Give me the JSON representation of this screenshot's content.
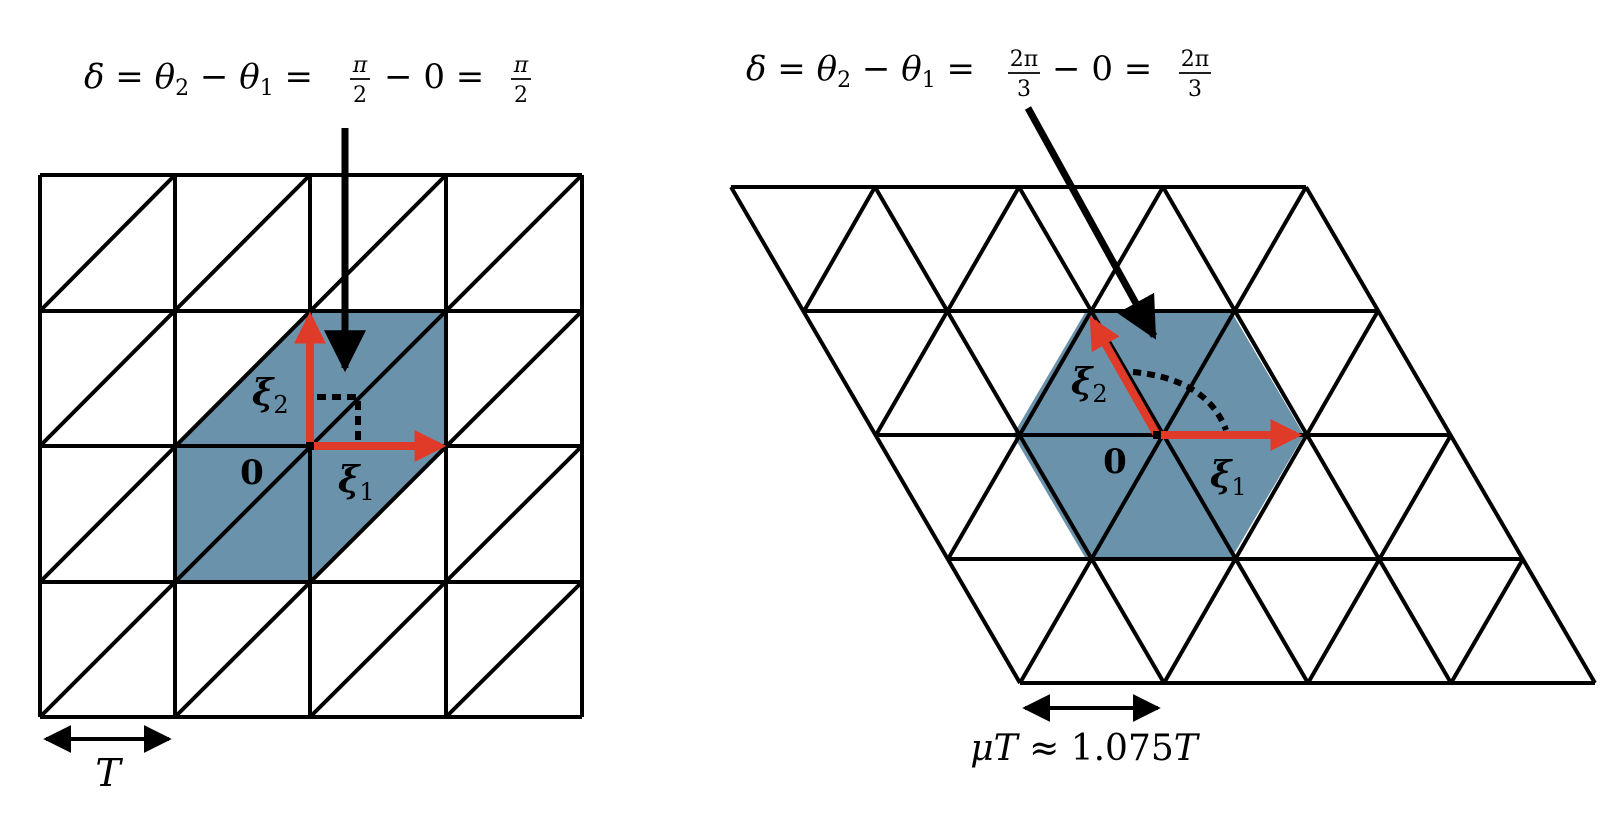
{
  "colors": {
    "line": "#000000",
    "cell_fill": "#6b92ab",
    "arrow": "#e03a28"
  },
  "left_panel": {
    "equation": {
      "delta": "δ",
      "eq1": "=",
      "theta2": "θ",
      "sub2": "2",
      "minus1": "−",
      "theta1": "θ",
      "sub1": "1",
      "eq2": "=",
      "frac1_num": "π",
      "frac1_den": "2",
      "minus2": "−",
      "zero": "0",
      "eq3": "=",
      "frac2_num": "π",
      "frac2_den": "2"
    },
    "xi1_symbol": "ξ",
    "xi1_sub": "1",
    "xi2_symbol": "ξ",
    "xi2_sub": "2",
    "origin_label": "0",
    "scale_label": "T"
  },
  "right_panel": {
    "equation": {
      "delta": "δ",
      "eq1": "=",
      "theta2": "θ",
      "sub2": "2",
      "minus1": "−",
      "theta1": "θ",
      "sub1": "1",
      "eq2": "=",
      "frac1_num": "2π",
      "frac1_den": "3",
      "minus2": "−",
      "zero": "0",
      "eq3": "=",
      "frac2_num": "2π",
      "frac2_den": "3"
    },
    "xi1_symbol": "ξ",
    "xi1_sub": "1",
    "xi2_symbol": "ξ",
    "xi2_sub": "2",
    "origin_label": "0",
    "scale_mu": "μ",
    "scale_T1": "T",
    "scale_approx": "≈",
    "scale_value": "1.075",
    "scale_T2": "T"
  }
}
